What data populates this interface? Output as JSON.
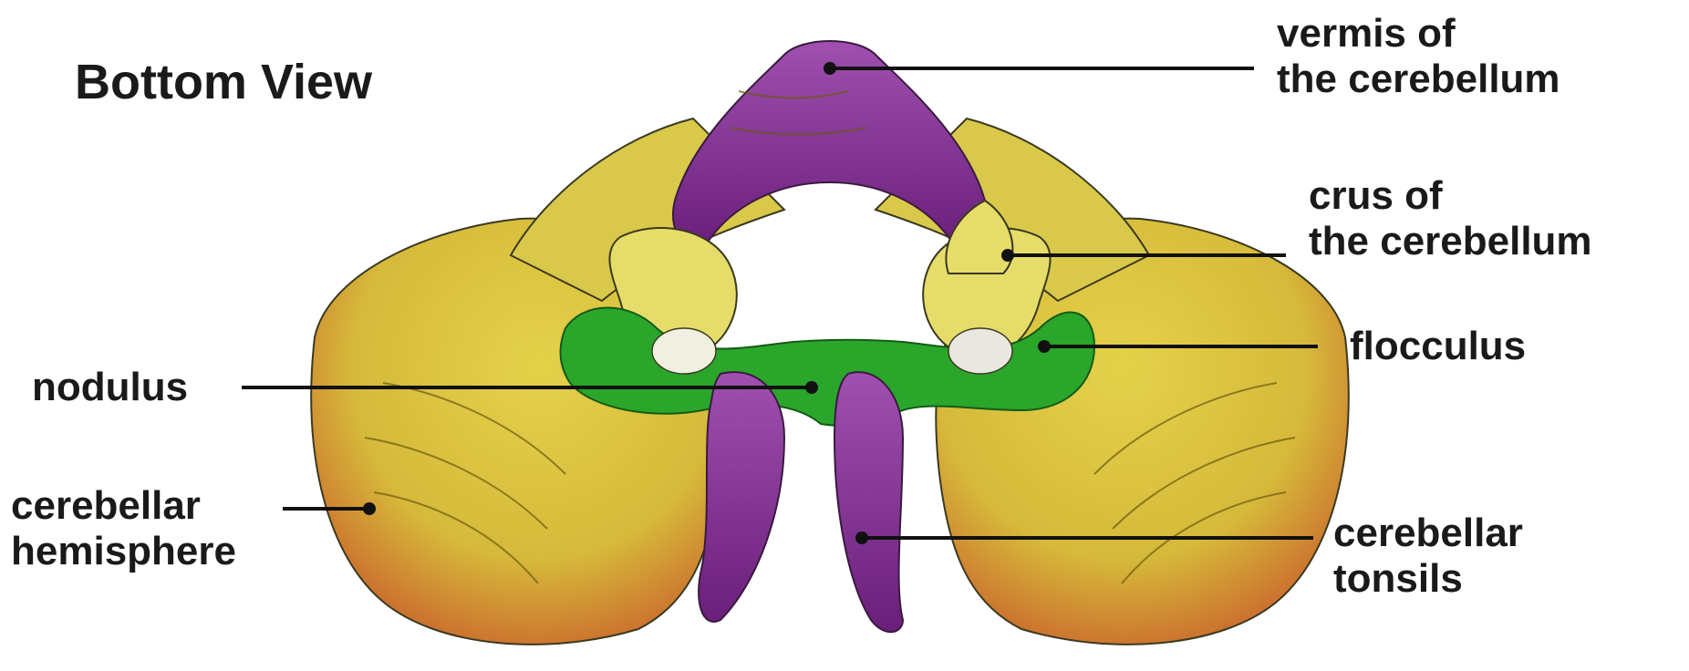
{
  "title": "Bottom View",
  "labels": {
    "vermis": [
      "vermis of",
      "the cerebellum"
    ],
    "crus": [
      "crus of",
      "the cerebellum"
    ],
    "flocculus": "flocculus",
    "nodulus": "nodulus",
    "hemisphere": [
      "cerebellar",
      "hemisphere"
    ],
    "tonsils": [
      "cerebellar",
      "tonsils"
    ]
  },
  "colors": {
    "hemisphere_fill": "#d6c23a",
    "hemisphere_edge": "#c8552a",
    "vermis_fill": "#7d2a8c",
    "flocculus_fill": "#2aa62a",
    "crus_fill": "#e6dc6a",
    "leader_line": "#111111"
  }
}
